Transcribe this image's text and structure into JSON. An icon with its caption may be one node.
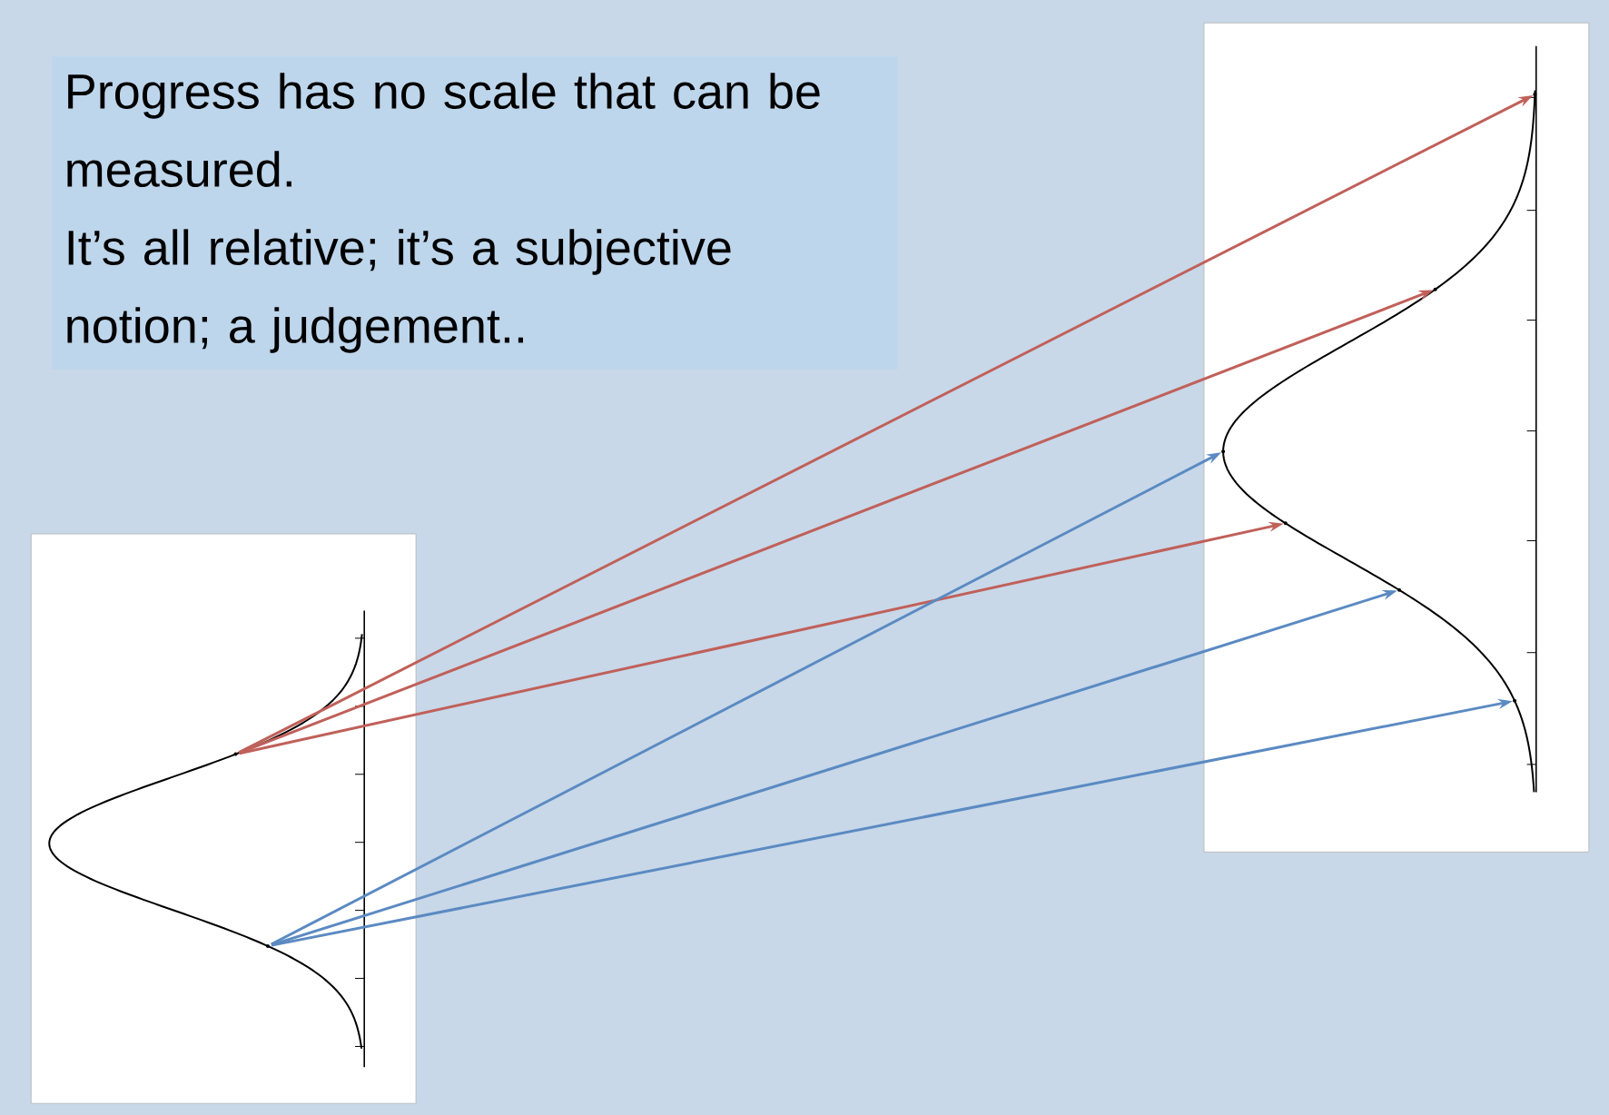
{
  "diagram": {
    "nodes": [
      {
        "text": [
          "Progress has no scale that can be measured.",
          "It’s all relative; it’s a subjective notion; a judgement.."
        ]
      },
      {
        "text": [],
        "shape": "picture"
      },
      {
        "text": [],
        "shape": "picture"
      },
      {
        "text": [],
        "shape": "point",
        "in": 1
      },
      {
        "text": [],
        "shape": "point",
        "in": 1
      },
      {
        "text": [],
        "shape": "point",
        "in": 2
      },
      {
        "text": [],
        "shape": "point",
        "in": 2
      },
      {
        "text": [],
        "shape": "point",
        "in": 2
      },
      {
        "text": [],
        "shape": "point",
        "in": 2
      },
      {
        "text": [],
        "shape": "point",
        "in": 2
      },
      {
        "text": [],
        "shape": "point",
        "in": 2
      }
    ],
    "edges": [
      {
        "from": 3,
        "to": 5,
        "arrow": "to",
        "color": "#c0605a"
      },
      {
        "from": 3,
        "to": 6,
        "arrow": "to",
        "color": "#c0605a"
      },
      {
        "from": 3,
        "to": 8,
        "arrow": "to",
        "color": "#c0605a"
      },
      {
        "from": 4,
        "to": 7,
        "arrow": "to",
        "color": "#5b8ac2"
      },
      {
        "from": 4,
        "to": 9,
        "arrow": "to",
        "color": "#5b8ac2"
      },
      {
        "from": 4,
        "to": 10,
        "arrow": "to",
        "color": "#5b8ac2"
      }
    ]
  }
}
